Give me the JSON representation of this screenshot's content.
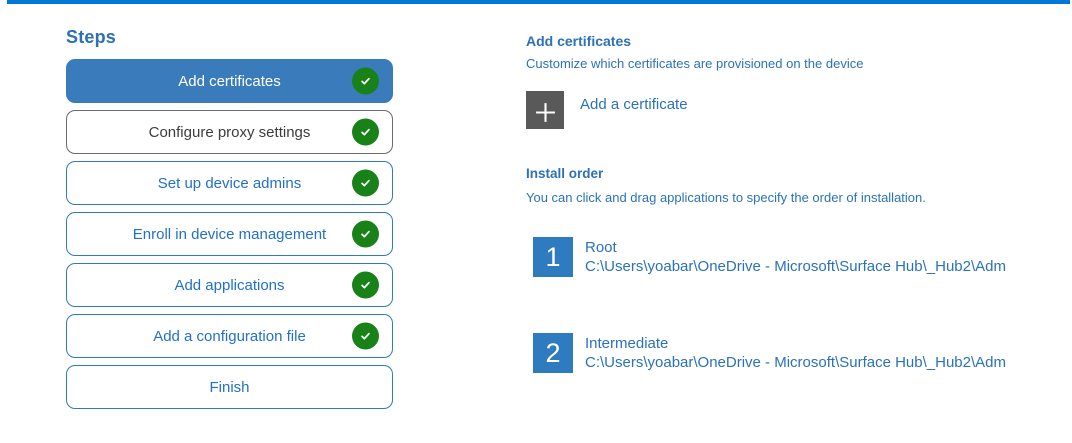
{
  "colors": {
    "accent_bar": "#0078d7",
    "active_step_fill": "#3a7cbb",
    "step_border_blue": "#2f7ac5",
    "step_text_blue": "#2271c8",
    "focused_step_border": "#6b6b6b",
    "focused_step_text": "#3c3c3c",
    "check_green": "#188118",
    "plus_button_gray": "#595959",
    "order_badge_blue": "#2e7bc0",
    "heading_blue": "#2c70b6",
    "body_text_blue": "#2a72ba"
  },
  "steps_panel": {
    "title": "Steps",
    "items": [
      {
        "label": "Add certificates",
        "state": "active",
        "checked": true
      },
      {
        "label": "Configure proxy settings",
        "state": "focused",
        "checked": true
      },
      {
        "label": "Set up device admins",
        "state": "default",
        "checked": true
      },
      {
        "label": "Enroll in device management",
        "state": "default",
        "checked": true
      },
      {
        "label": "Add applications",
        "state": "default",
        "checked": true
      },
      {
        "label": "Add a configuration file",
        "state": "default",
        "checked": true
      },
      {
        "label": "Finish",
        "state": "default",
        "checked": false
      }
    ]
  },
  "content": {
    "title": "Add certificates",
    "subtitle": "Customize which certificates are provisioned on the device",
    "add_certificate": {
      "icon": "plus-icon",
      "label": "Add a certificate"
    },
    "install_order": {
      "title": "Install order",
      "subtitle": "You can click and drag applications to specify the order of installation.",
      "items": [
        {
          "number": "1",
          "name": "Root",
          "path": "C:\\Users\\yoabar\\OneDrive - Microsoft\\Surface Hub\\_Hub2\\Adm"
        },
        {
          "number": "2",
          "name": "Intermediate",
          "path": "C:\\Users\\yoabar\\OneDrive - Microsoft\\Surface Hub\\_Hub2\\Adm"
        }
      ]
    }
  }
}
